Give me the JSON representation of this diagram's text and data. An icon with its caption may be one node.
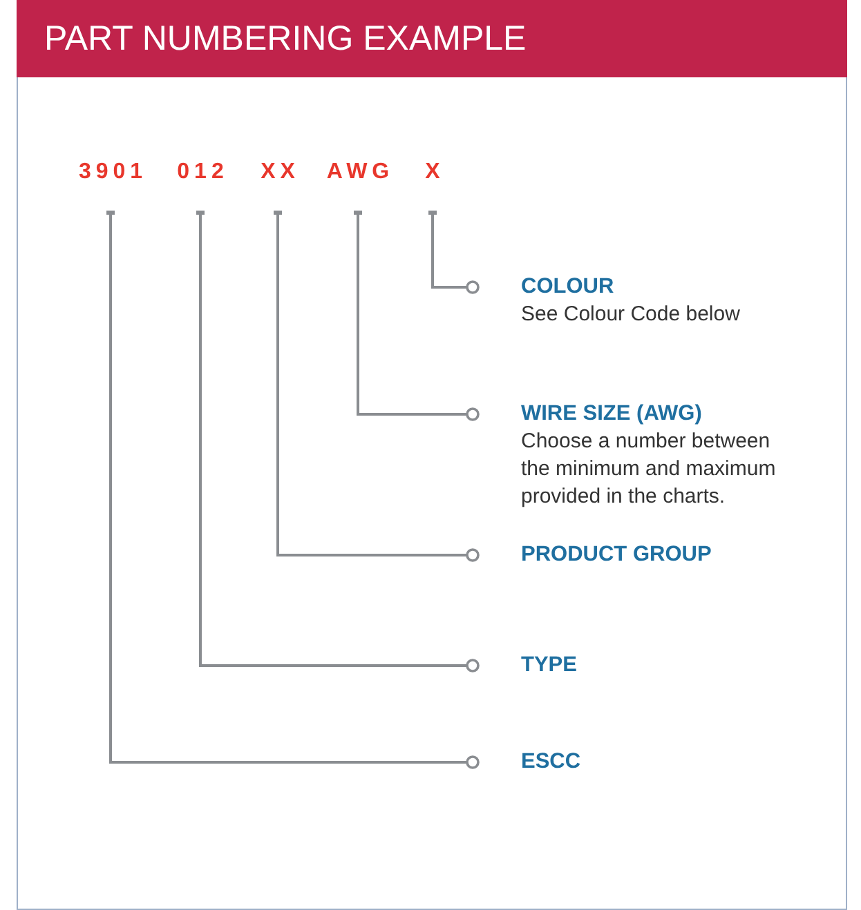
{
  "diagram": {
    "title": "PART NUMBERING EXAMPLE",
    "nodes": [
      {
        "text": [
          "3901"
        ]
      },
      {
        "text": [
          "012"
        ]
      },
      {
        "text": [
          "XX"
        ]
      },
      {
        "text": [
          "AWG"
        ]
      },
      {
        "text": [
          "X"
        ]
      },
      {
        "text": [
          "COLOUR",
          "See Colour Code below"
        ]
      },
      {
        "text": [
          "WIRE SIZE (AWG)",
          "Choose a number between the minimum and maximum provided in the charts."
        ]
      },
      {
        "text": [
          "PRODUCT GROUP"
        ]
      },
      {
        "text": [
          "TYPE"
        ]
      },
      {
        "text": [
          "ESCC"
        ]
      }
    ],
    "edges": [
      {
        "from": 4,
        "to": 5,
        "arrow": "other"
      },
      {
        "from": 3,
        "to": 6,
        "arrow": "other"
      },
      {
        "from": 2,
        "to": 7,
        "arrow": "other"
      },
      {
        "from": 1,
        "to": 8,
        "arrow": "other"
      },
      {
        "from": 0,
        "to": 9,
        "arrow": "other"
      }
    ]
  }
}
